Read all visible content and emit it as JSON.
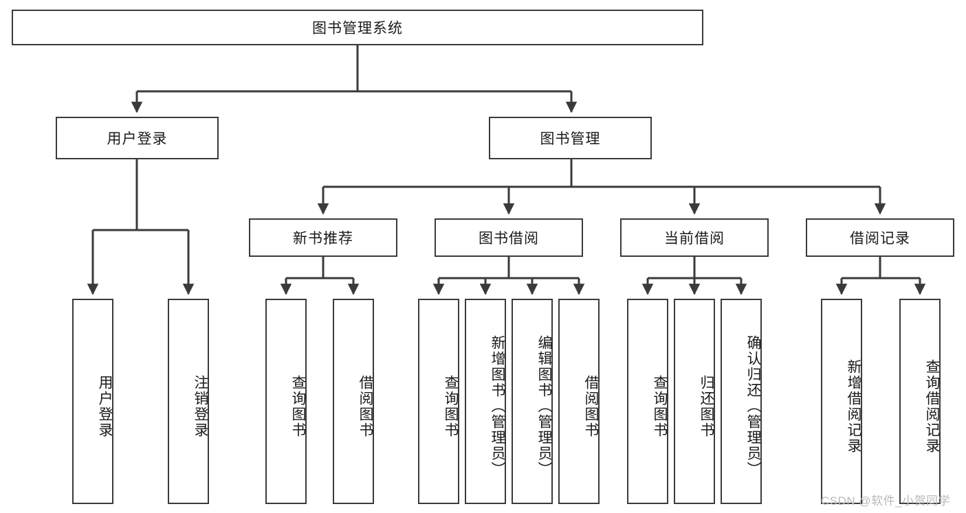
{
  "diagram": {
    "title": "图书管理系统",
    "type": "tree-hierarchy-chart",
    "orientation": "top-down",
    "colors": {
      "box_border": "#3a3a3a",
      "box_fill": "#ffffff",
      "line": "#3a3a3a",
      "text": "#1a1a1a",
      "watermark": "#b9b9b9",
      "background": "#ffffff"
    },
    "watermark": "CSDN @软件_小贺同学"
  },
  "nodes": {
    "root": {
      "label": "图书管理系统"
    },
    "level2": [
      {
        "id": "user-login",
        "label": "用户登录"
      },
      {
        "id": "book-manage",
        "label": "图书管理"
      }
    ],
    "level3": [
      {
        "id": "new-book-recommend",
        "label": "新书推荐"
      },
      {
        "id": "book-borrow",
        "label": "图书借阅"
      },
      {
        "id": "current-borrow",
        "label": "当前借阅"
      },
      {
        "id": "borrow-record",
        "label": "借阅记录"
      }
    ],
    "leaves": {
      "user_login": [
        {
          "id": "leaf-user-login",
          "label": "用户登录"
        },
        {
          "id": "leaf-logout-login",
          "label": "注销登录"
        }
      ],
      "new_book_recommend": [
        {
          "id": "leaf-query-book-1",
          "label": "查询图书"
        },
        {
          "id": "leaf-borrow-book-1",
          "label": "借阅图书"
        }
      ],
      "book_borrow": [
        {
          "id": "leaf-query-book-2",
          "label": "查询图书"
        },
        {
          "id": "leaf-add-book",
          "label": "新增图书（管理员）"
        },
        {
          "id": "leaf-edit-book",
          "label": "编辑图书（管理员）"
        },
        {
          "id": "leaf-borrow-book-2",
          "label": "借阅图书"
        }
      ],
      "current_borrow": [
        {
          "id": "leaf-query-book-3",
          "label": "查询图书"
        },
        {
          "id": "leaf-return-book",
          "label": "归还图书"
        },
        {
          "id": "leaf-confirm-return",
          "label": "确认归还（管理员）"
        }
      ],
      "borrow_record": [
        {
          "id": "leaf-add-record",
          "label": "新增借阅记录"
        },
        {
          "id": "leaf-query-record",
          "label": "查询借阅记录"
        }
      ]
    }
  }
}
